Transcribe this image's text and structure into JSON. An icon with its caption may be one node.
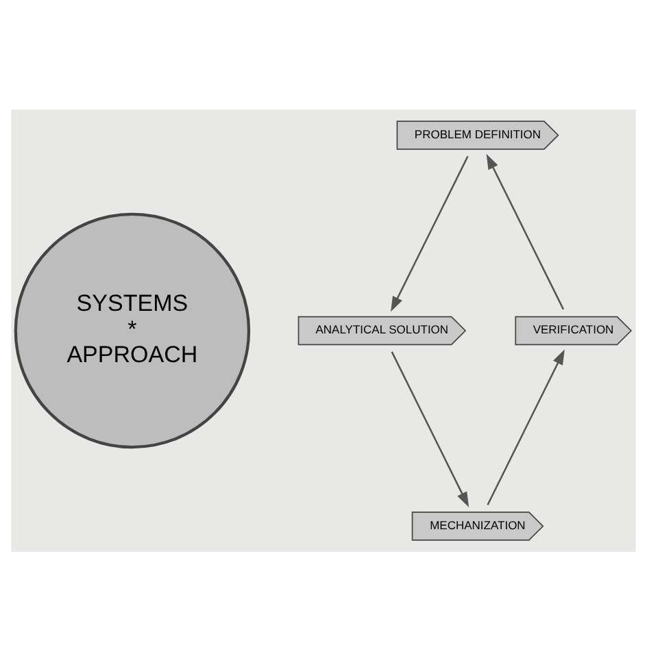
{
  "diagram": {
    "nodes": [
      {
        "text": [
          "SYSTEMS",
          "*",
          "APPROACH"
        ]
      },
      {
        "text": [
          "PROBLEM DEFINITION"
        ]
      },
      {
        "text": [
          "ANALYTICAL SOLUTION"
        ]
      },
      {
        "text": [
          "MECHANIZATION"
        ]
      },
      {
        "text": [
          "VERIFICATION"
        ]
      }
    ],
    "edges": [
      {
        "from": 1,
        "to": 2,
        "arrow": "to"
      },
      {
        "from": 2,
        "to": 3,
        "arrow": "to"
      },
      {
        "from": 3,
        "to": 4,
        "arrow": "to"
      },
      {
        "from": 4,
        "to": 1,
        "arrow": "to"
      }
    ]
  }
}
